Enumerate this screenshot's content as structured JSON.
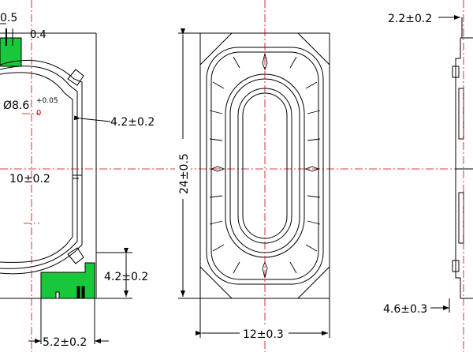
{
  "colors": {
    "line": "#000000",
    "centerline": "#d00000",
    "pad": "#19c73a",
    "background": "#ffffff"
  },
  "labels": {
    "tab_width": "0.5",
    "gap": "0.4",
    "diameter": "Ø8.6",
    "dia_tol_upper": "+0.05",
    "dia_tol_lower": "0",
    "hole_width_top": "4.2±0.2",
    "hole_span": "10±0.2",
    "pad_height": "4.2±0.2",
    "pad_width": "5.2±0.2",
    "height": "24±0.5",
    "width": "12±0.3",
    "side_top": "2.2±0.2",
    "side_thickness": "4.6±0.3"
  }
}
